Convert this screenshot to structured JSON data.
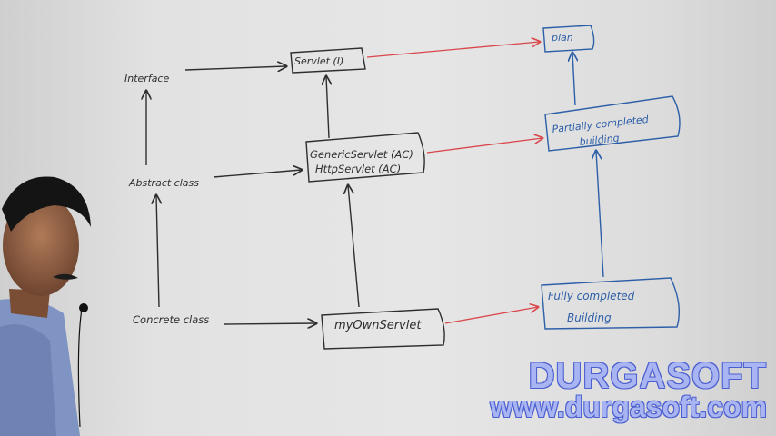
{
  "diagram": {
    "interface_label": "Interface",
    "abstract_label": "Abstract class",
    "concrete_label": "Concrete class",
    "servlet_box": "Servlet (I)",
    "generic_servlet": "GenericServlet (AC)",
    "http_servlet": "HttpServlet (AC)",
    "myown_servlet": "myOwnServlet",
    "plan_label": "plan",
    "partial_line1": "Partially completed",
    "partial_line2": "building",
    "fully_line1": "Fully completed",
    "fully_line2": "Building"
  },
  "watermark": {
    "title": "DURGASOFT",
    "url": "www.durgasoft.com"
  },
  "colors": {
    "ink": "#2e2e2e",
    "red_marker": "#d9464a",
    "blue_marker": "#2d5fa8",
    "watermark": "#a9b5f2"
  }
}
